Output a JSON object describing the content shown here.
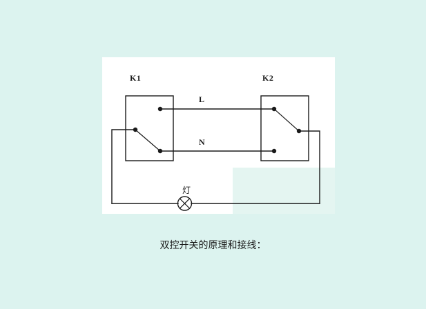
{
  "page": {
    "background_color": "#dcf3ef",
    "panel_color": "#ffffff",
    "tint_color": "#e4f5f1",
    "line_color": "#1a1a1a"
  },
  "diagram": {
    "title": "双控开关的原理和接线：",
    "switches": [
      {
        "id": "K1",
        "label": "K1"
      },
      {
        "id": "K2",
        "label": "K2"
      }
    ],
    "wires": [
      {
        "id": "L",
        "label": "L"
      },
      {
        "id": "N",
        "label": "N"
      }
    ],
    "lamp": {
      "label": "灯",
      "symbol": "circle-with-cross"
    }
  }
}
